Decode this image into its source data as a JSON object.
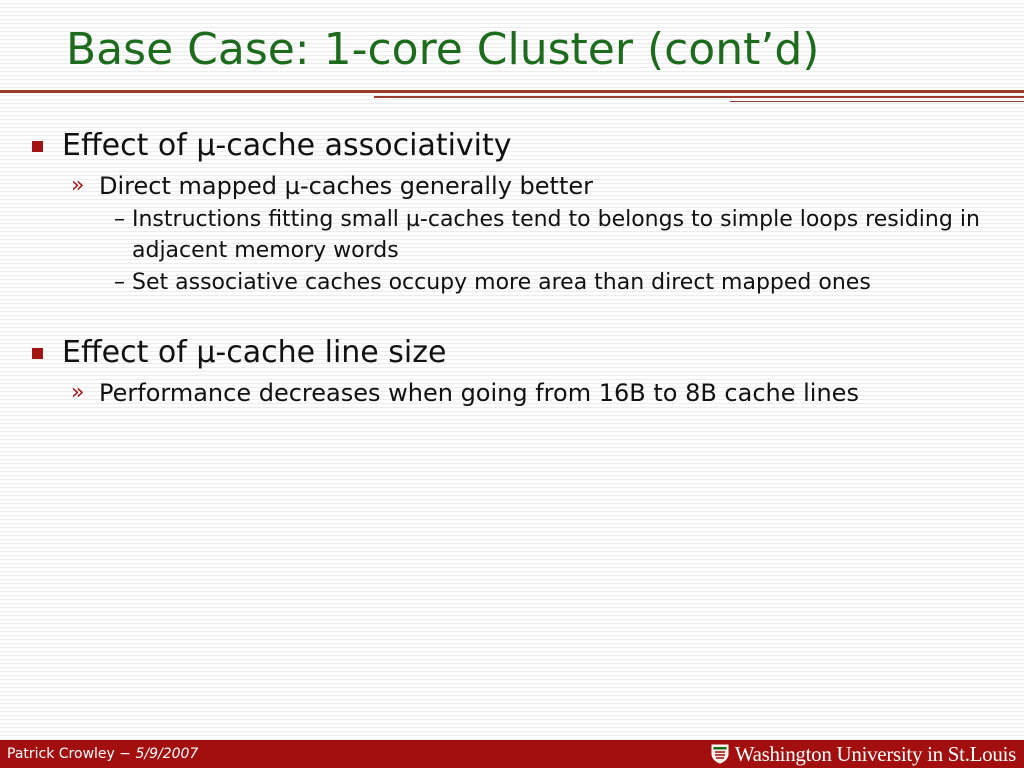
{
  "slide": {
    "title": "Base Case: 1-core Cluster (cont’d)",
    "bullets": [
      {
        "text": "Effect of µ-cache associativity",
        "children": [
          {
            "text": "Direct mapped µ-caches generally better",
            "children": [
              "Instructions fitting small µ-caches tend to belongs to simple loops residing in adjacent memory words",
              "Set associative caches occupy more area than direct mapped ones"
            ]
          }
        ]
      },
      {
        "text": "Effect of µ-cache line size",
        "children": [
          {
            "text": "Performance decreases when going from 16B to 8B cache lines"
          }
        ]
      }
    ],
    "bullet_glyphs": {
      "level1": "■",
      "level2": "»",
      "level3": "–"
    }
  },
  "footer": {
    "author": "Patrick Crowley",
    "separator": "−",
    "date": "5/9/2007",
    "logo_text": "Washington University in St.Louis",
    "logo_icon": "university-shield-icon"
  },
  "colors": {
    "title": "#1d6b1d",
    "accent": "#a31515",
    "rule": "#9b3b2c",
    "footer_bg": "#a30f0f",
    "footer_text": "#ffffff"
  }
}
